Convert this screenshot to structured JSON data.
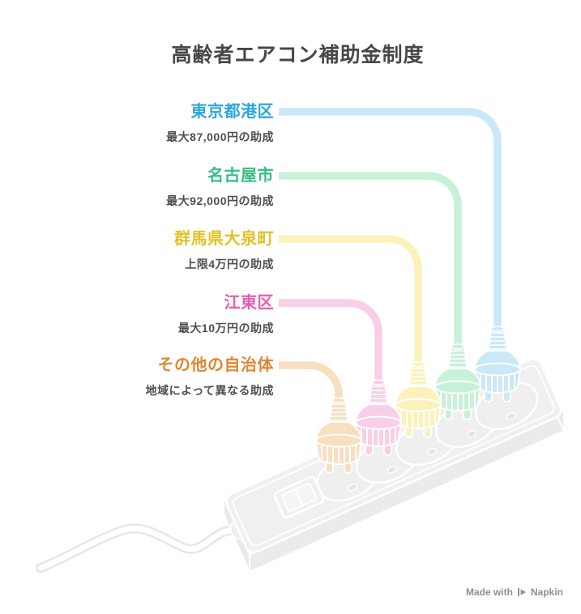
{
  "title": "高齢者エアコン補助金制度",
  "items": [
    {
      "name": "東京都港区",
      "desc": "最大87,000円の助成",
      "label_color": "#2AA7DD",
      "cable_color": "#C9E9F8"
    },
    {
      "name": "名古屋市",
      "desc": "最大92,000円の助成",
      "label_color": "#36BE83",
      "cable_color": "#C7F1D8"
    },
    {
      "name": "群馬県大泉町",
      "desc": "上限4万円の助成",
      "label_color": "#E2C226",
      "cable_color": "#FBF1BB"
    },
    {
      "name": "江東区",
      "desc": "最大10万円の助成",
      "label_color": "#E55CB3",
      "cable_color": "#F8CFE6"
    },
    {
      "name": "その他の自治体",
      "desc": "地域によって異なる助成",
      "label_color": "#E08632",
      "cable_color": "#F8DFC0"
    }
  ],
  "illustration": {
    "type": "power-strip-with-five-plugs"
  },
  "watermark": {
    "prefix": "Made with",
    "brand": "Napkin"
  },
  "colors": {
    "title_text": "#474747",
    "desc_text": "#4F4F4F",
    "watermark_text": "#8F8F8F",
    "strip_top": "#F0F0F0",
    "strip_side": "#EBEBEB",
    "strip_end": "#E9E9E9",
    "socket": "#EFEFEF",
    "hole": "#E4E4E4",
    "outline": "#FFFFFF",
    "cord": "#E7E7E7"
  }
}
